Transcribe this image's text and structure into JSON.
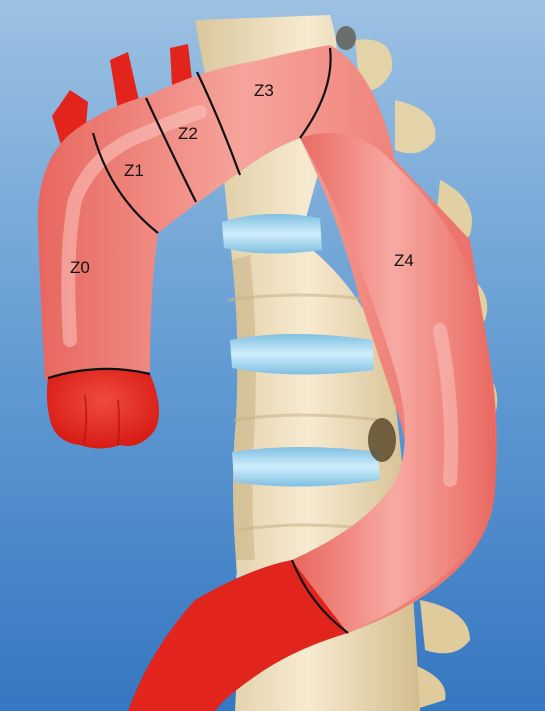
{
  "diagram": {
    "zones": [
      {
        "id": "z0",
        "label": "Z0"
      },
      {
        "id": "z1",
        "label": "Z1"
      },
      {
        "id": "z2",
        "label": "Z2"
      },
      {
        "id": "z3",
        "label": "Z3"
      },
      {
        "id": "z4",
        "label": "Z4"
      }
    ]
  },
  "colors": {
    "background_top": "#8fb7dd",
    "background_bottom": "#3a7dc4",
    "aorta_main": "#ef7b73",
    "aorta_highlight": "#f9b2ab",
    "vessel_dark_red": "#e3241c",
    "vertebra": "#efdfb8",
    "vertebra_shadow": "#c9b489",
    "disc": "#9fd3ec",
    "zone_line": "#111111"
  }
}
